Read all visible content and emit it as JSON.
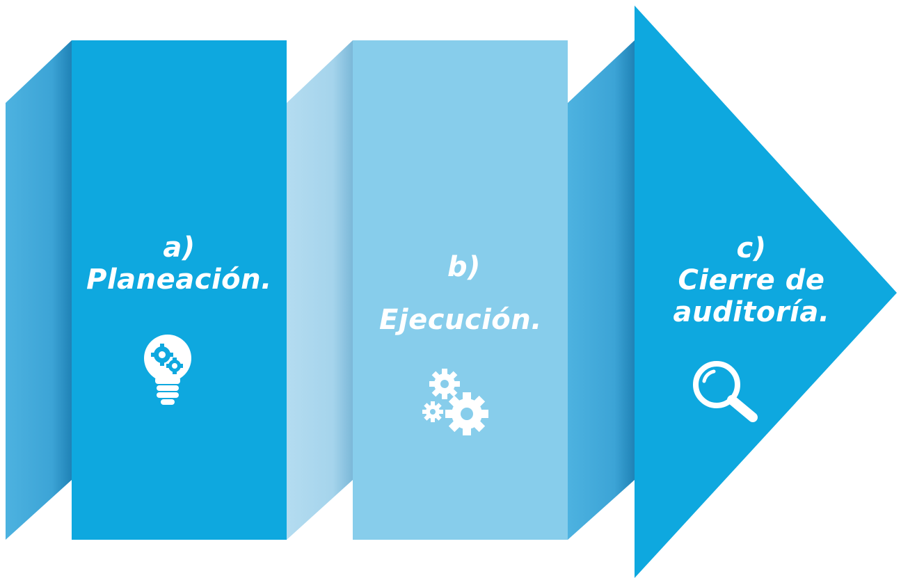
{
  "steps": [
    {
      "letter": "a)",
      "name": "Planeación.",
      "icon": "lightbulb-gears-icon",
      "color": "#0ea8df"
    },
    {
      "letter": "b)",
      "name": "Ejecución.",
      "icon": "gears-icon",
      "color": "#87cdeb"
    },
    {
      "letter": "c)",
      "name_line1": "Cierre de",
      "name_line2": "auditoría.",
      "icon": "magnifier-icon",
      "color": "#0ea8df"
    }
  ],
  "colors": {
    "fold_dark": "#46acde",
    "fold_light": "#a9d8ee",
    "text": "#ffffff"
  }
}
